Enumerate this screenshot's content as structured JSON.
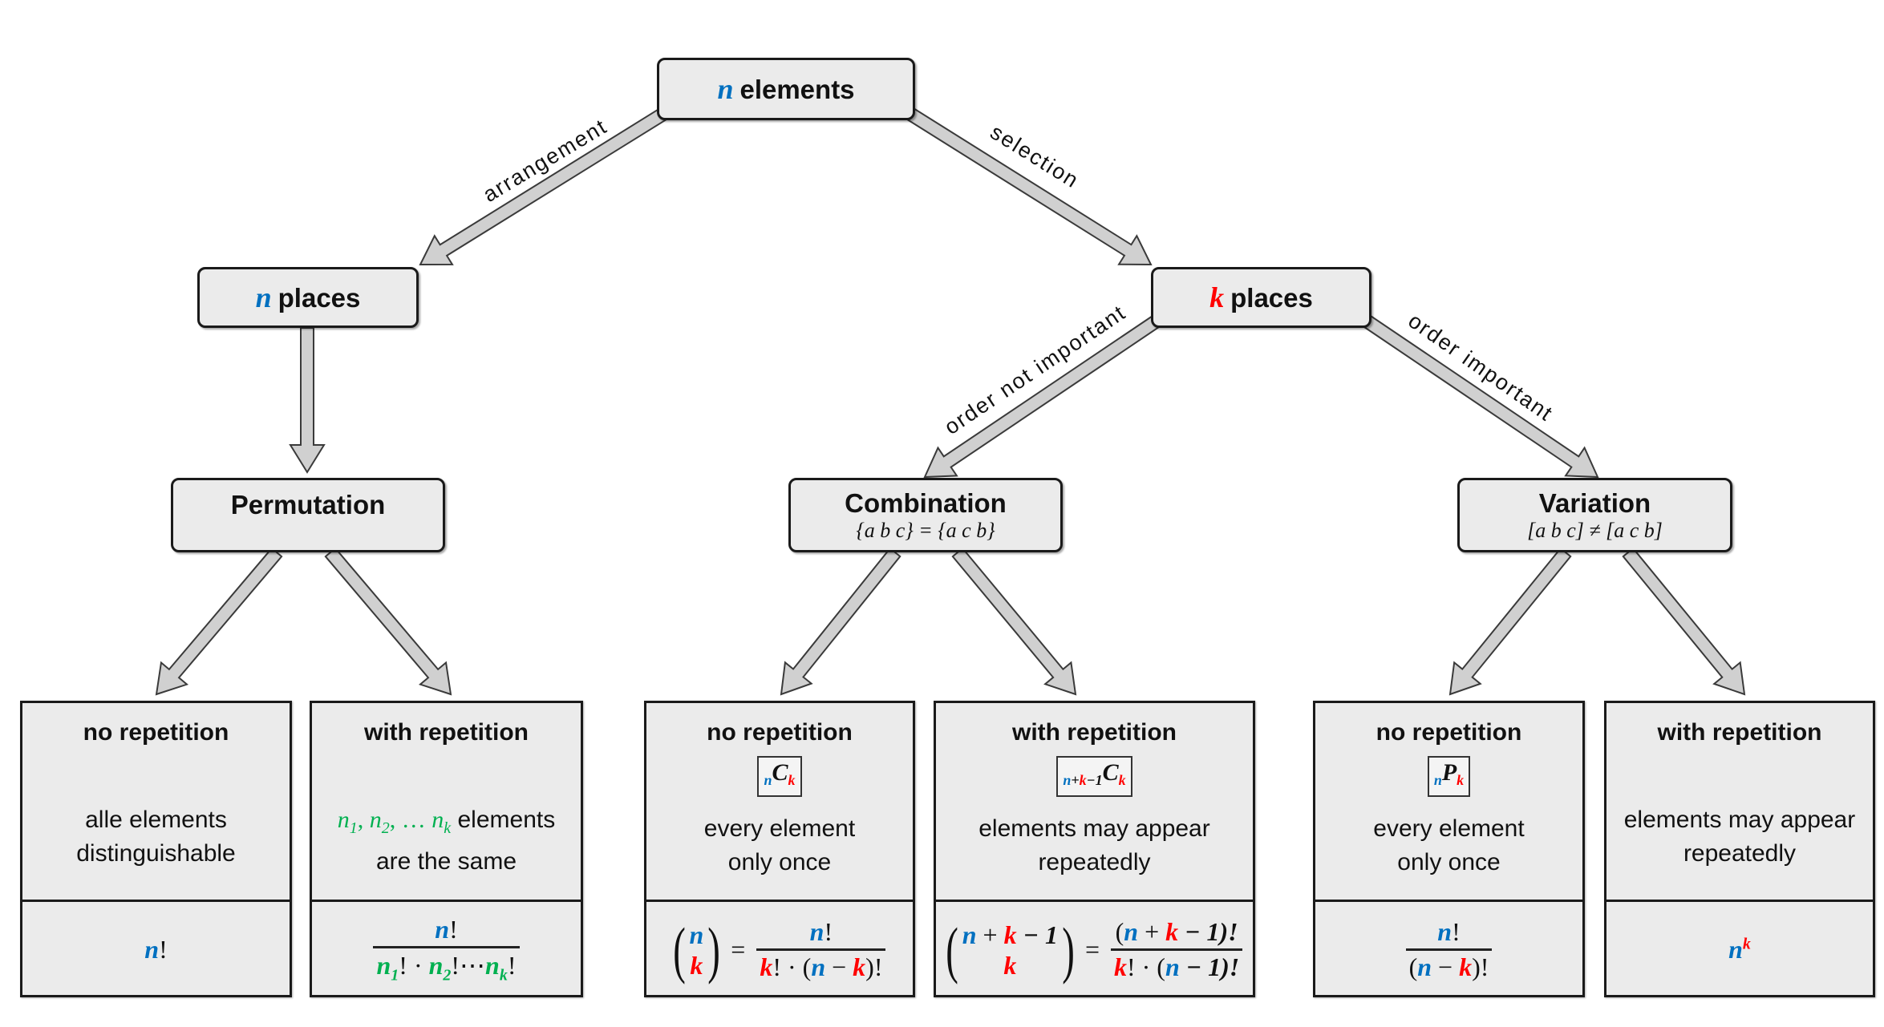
{
  "colors": {
    "blue": "#0070c0",
    "red": "#ff0000",
    "green": "#00b050",
    "box_fill": "#ebebeb",
    "arrow_fill": "#d0d0d0"
  },
  "nodes": {
    "root": {
      "var": "n",
      "var_color": "blue",
      "label": "elements"
    },
    "n_places": {
      "var": "n",
      "var_color": "blue",
      "label": "places"
    },
    "k_places": {
      "var": "k",
      "var_color": "red",
      "label": "places"
    },
    "permutation": {
      "label": "Permutation"
    },
    "combination": {
      "label": "Combination",
      "subtitle": "{a b c} = {a c b}"
    },
    "variation": {
      "label": "Variation",
      "subtitle": "[a b c] ≠ [a c b]"
    }
  },
  "edge_labels": {
    "arrangement": "arrangement",
    "selection": "selection",
    "order_not_important": "order not important",
    "order_important": "order important"
  },
  "cards": [
    {
      "id": "perm-no",
      "header": "no repetition",
      "desc": [
        "alle elements",
        "distinguishable"
      ],
      "formula": [
        {
          "t": "n",
          "c": "blue"
        },
        {
          "t": "!",
          "up": true
        }
      ]
    },
    {
      "id": "perm-with",
      "header": "with repetition",
      "desc_tokens": [
        {
          "t": "n",
          "c": "green",
          "sub": "1"
        },
        {
          "t": ", ",
          "c": "green",
          "up": true
        },
        {
          "t": "n",
          "c": "green",
          "sub": "2"
        },
        {
          "t": ", … ",
          "c": "green",
          "up": true
        },
        {
          "t": "n",
          "c": "green",
          "sub": "k"
        }
      ],
      "desc": [
        " elements",
        "are the same"
      ],
      "formula": [
        {
          "frac": {
            "num": [
              {
                "t": "n",
                "c": "blue"
              },
              {
                "t": "!",
                "up": true
              }
            ],
            "den": [
              {
                "t": "n",
                "c": "green",
                "sub": "1"
              },
              {
                "t": "! · ",
                "up": true
              },
              {
                "t": "n",
                "c": "green",
                "sub": "2"
              },
              {
                "t": "!⋯",
                "up": true
              },
              {
                "t": "n",
                "c": "green",
                "sub": "k"
              },
              {
                "t": "!",
                "up": true
              }
            ]
          }
        }
      ]
    },
    {
      "id": "comb-no",
      "header": "no repetition",
      "notation": {
        "pre": [
          {
            "t": "n",
            "c": "blue"
          }
        ],
        "main": "C",
        "post": [
          {
            "t": "k",
            "c": "red"
          }
        ]
      },
      "desc": [
        "every element",
        "only once"
      ],
      "formula": [
        {
          "binom": {
            "top": [
              {
                "t": "n",
                "c": "blue"
              }
            ],
            "bot": [
              {
                "t": "k",
                "c": "red"
              }
            ]
          }
        },
        {
          "t": " = ",
          "up": true
        },
        {
          "frac": {
            "num": [
              {
                "t": "n",
                "c": "blue"
              },
              {
                "t": "!",
                "up": true
              }
            ],
            "den": [
              {
                "t": "k",
                "c": "red"
              },
              {
                "t": "! · (",
                "up": true
              },
              {
                "t": "n",
                "c": "blue"
              },
              {
                "t": " − ",
                "up": true
              },
              {
                "t": "k",
                "c": "red"
              },
              {
                "t": ")!",
                "up": true
              }
            ]
          }
        }
      ]
    },
    {
      "id": "comb-with",
      "header": "with repetition",
      "notation": {
        "pre": [
          {
            "t": "n",
            "c": "blue"
          },
          {
            "t": "+"
          },
          {
            "t": "k",
            "c": "red"
          },
          {
            "t": "−1"
          }
        ],
        "main": "C",
        "post": [
          {
            "t": "k",
            "c": "red"
          }
        ]
      },
      "desc": [
        "elements may appear",
        "repeatedly"
      ],
      "formula": [
        {
          "binom": {
            "top": [
              {
                "t": "n",
                "c": "blue"
              },
              {
                "t": " + ",
                "up": true
              },
              {
                "t": "k",
                "c": "red"
              },
              {
                "t": " − 1"
              }
            ],
            "bot": [
              {
                "t": "k",
                "c": "red"
              }
            ]
          }
        },
        {
          "t": " = ",
          "up": true
        },
        {
          "frac": {
            "num": [
              {
                "t": "(",
                "up": true
              },
              {
                "t": "n",
                "c": "blue"
              },
              {
                "t": " + ",
                "up": true
              },
              {
                "t": "k",
                "c": "red"
              },
              {
                "t": " − 1)!"
              }
            ],
            "den": [
              {
                "t": "k",
                "c": "red"
              },
              {
                "t": "! · (",
                "up": true
              },
              {
                "t": "n",
                "c": "blue"
              },
              {
                "t": " − 1)!"
              }
            ]
          }
        }
      ]
    },
    {
      "id": "var-no",
      "header": "no repetition",
      "notation": {
        "pre": [
          {
            "t": "n",
            "c": "blue"
          }
        ],
        "main": "P",
        "post": [
          {
            "t": "k",
            "c": "red"
          }
        ]
      },
      "desc": [
        "every element",
        "only once"
      ],
      "formula": [
        {
          "frac": {
            "num": [
              {
                "t": "n",
                "c": "blue"
              },
              {
                "t": "!",
                "up": true
              }
            ],
            "den": [
              {
                "t": "(",
                "up": true
              },
              {
                "t": "n",
                "c": "blue"
              },
              {
                "t": " − ",
                "up": true
              },
              {
                "t": "k",
                "c": "red"
              },
              {
                "t": ")!",
                "up": true
              }
            ]
          }
        }
      ]
    },
    {
      "id": "var-with",
      "header": "with repetition",
      "desc": [
        "elements may appear",
        "repeatedly"
      ],
      "formula": [
        {
          "t": "n",
          "c": "blue",
          "sup": "k",
          "sup_c": "red"
        }
      ]
    }
  ]
}
